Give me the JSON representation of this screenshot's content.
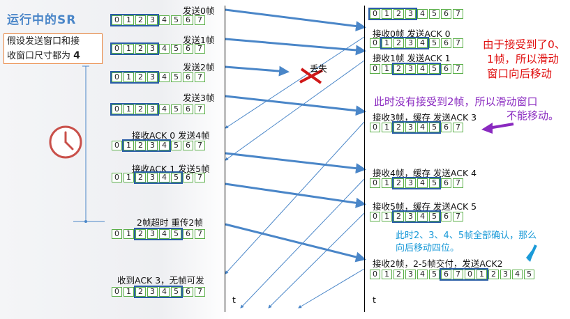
{
  "title": "运行中的SR",
  "note": {
    "line1": "假设发送窗口和接",
    "line2_prefix": "收窗口尺寸都为",
    "size": "4"
  },
  "sender_labels": [
    "发送0帧",
    "发送1帧",
    "发送2帧",
    "发送3帧",
    "接收ACK 0  发送4帧",
    "接收ACK 1  发送5帧",
    "2帧超时  重传2帧",
    "收到ACK 3，无帧可发"
  ],
  "receiver_labels": [
    "接收0帧 发送ACK 0",
    "接收1帧 发送ACK 1",
    "接收3帧，缓存  发送ACK 3",
    "接收4帧，缓存  发送ACK 4",
    "接收5帧，缓存  发送ACK 5",
    "接收2帧，2-5帧交付，发送ACK2"
  ],
  "lost_label": "丢失",
  "red_note": [
    "由于接受到了0、",
    "1帧，所以滑动",
    "窗口向后移动"
  ],
  "purple_note": [
    "此时没有接受到2帧，所以滑动窗口",
    "不能移动。"
  ],
  "blue_note": [
    "此时2、3、4、5帧全部确认，那么",
    "向后移动四位。"
  ],
  "axis_label": "t",
  "seq": [
    "0",
    "1",
    "2",
    "3",
    "4",
    "5",
    "6",
    "7"
  ],
  "seq_long": [
    "0",
    "1",
    "2",
    "3",
    "4",
    "5",
    "6",
    "7",
    "0",
    "1",
    "2",
    "3",
    "4",
    "5"
  ],
  "colors": {
    "blue": "#4a86c8",
    "frame": "#2a5da8",
    "cell": "#5cb04a",
    "red": "#e01010",
    "purple": "#8a2ac0",
    "note_blue": "#1a9ad8",
    "clock": "#c9504a"
  }
}
